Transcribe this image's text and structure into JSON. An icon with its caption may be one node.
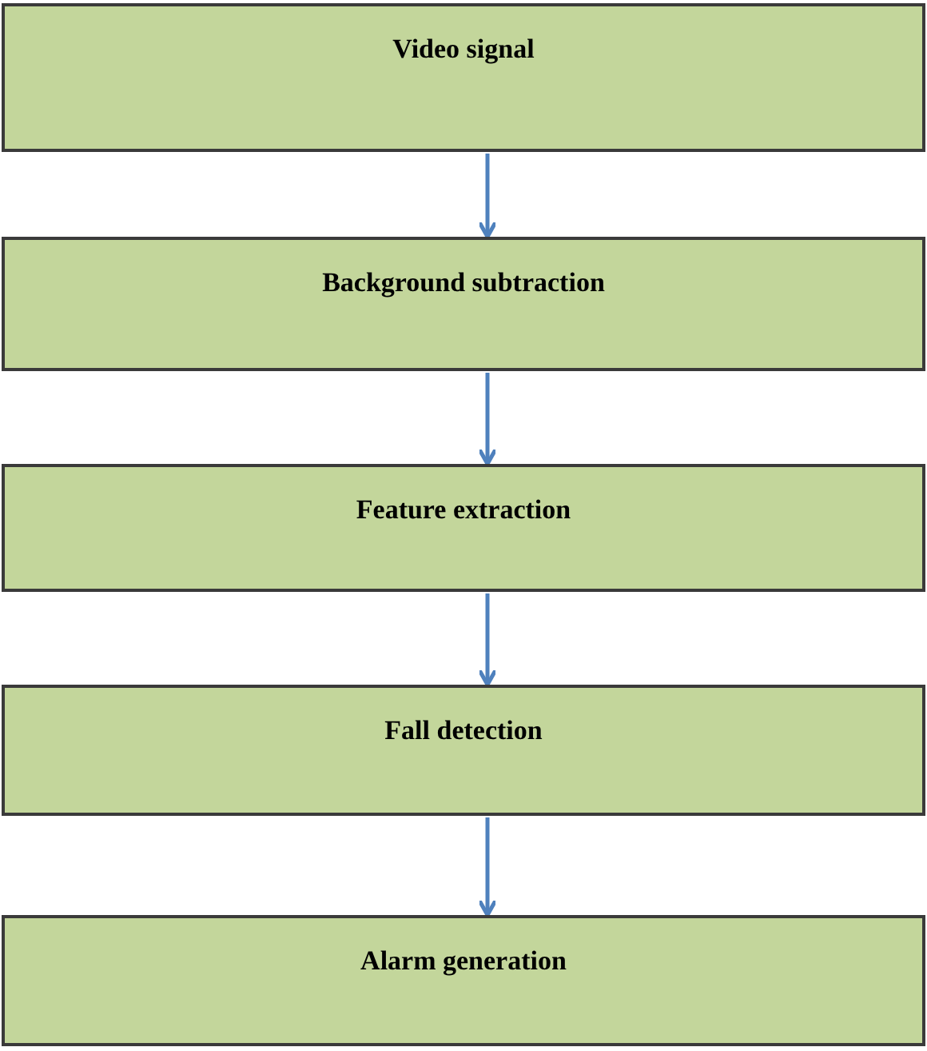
{
  "diagram": {
    "nodes": [
      {
        "text": [
          "Video signal"
        ]
      },
      {
        "text": [
          "Background subtraction"
        ]
      },
      {
        "text": [
          "Feature extraction"
        ]
      },
      {
        "text": [
          "Fall detection"
        ]
      },
      {
        "text": [
          "Alarm generation"
        ]
      }
    ],
    "edges": [
      {
        "from": 0,
        "to": 1,
        "arrow": "to"
      },
      {
        "from": 1,
        "to": 2,
        "arrow": "to"
      },
      {
        "from": 2,
        "to": 3,
        "arrow": "to"
      },
      {
        "from": 3,
        "to": 4,
        "arrow": "to"
      }
    ]
  }
}
